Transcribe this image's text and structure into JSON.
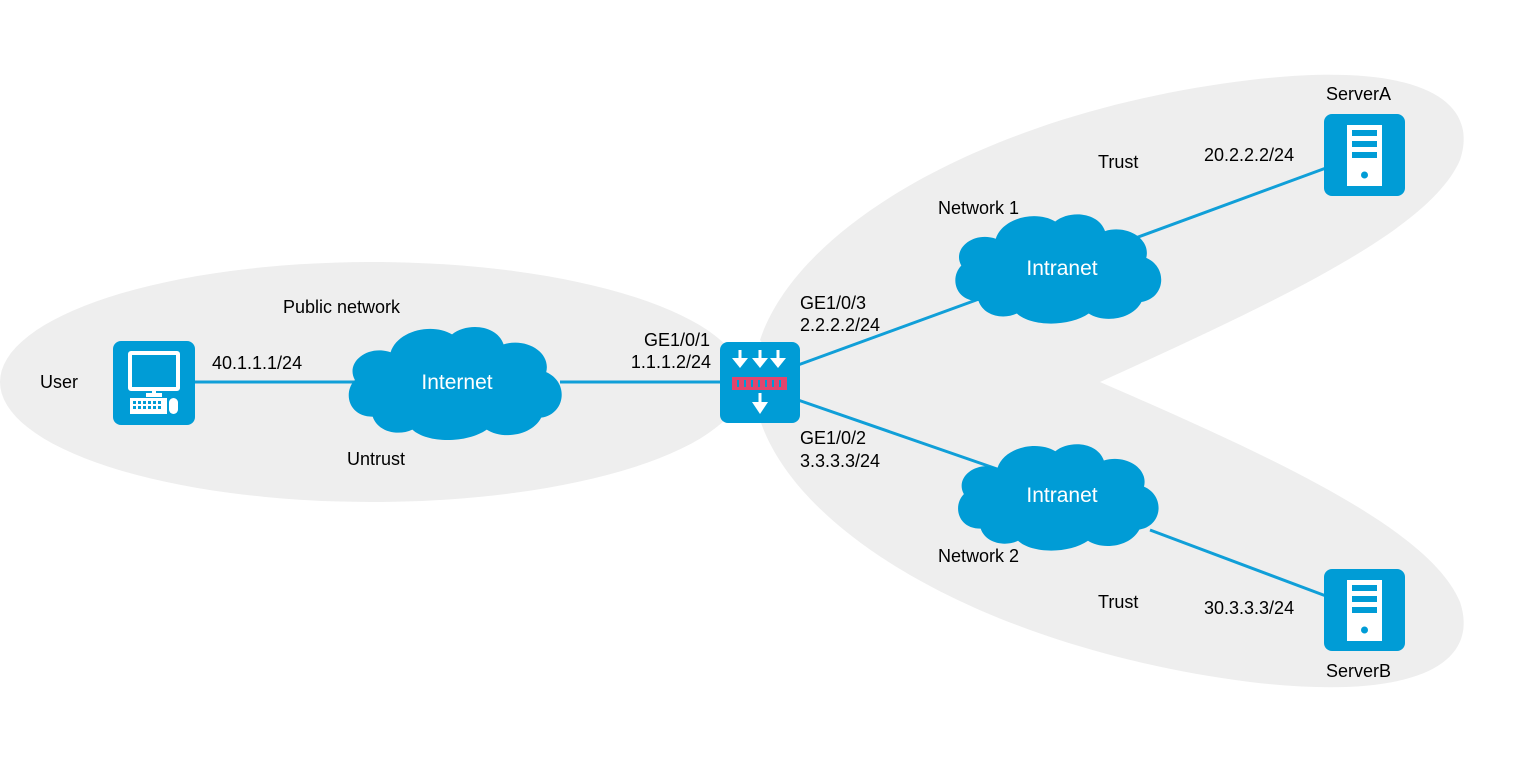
{
  "colors": {
    "zone_fill": "#eeeeee",
    "device_blue": "#009cd6",
    "link_blue": "#109fd8",
    "firewall_bar": "#e2456e",
    "text": "#000000",
    "cloud_text": "#ffffff"
  },
  "zones": {
    "untrust": {
      "name": "Untrust",
      "network": "Public network"
    },
    "trust1": {
      "name": "Trust",
      "network": "Network 1"
    },
    "trust2": {
      "name": "Trust",
      "network": "Network 2"
    }
  },
  "devices": {
    "user": {
      "label": "User",
      "icon": "pc-icon",
      "ip": "40.1.1.1/24"
    },
    "firewall": {
      "icon": "firewall-icon"
    },
    "server_a": {
      "label": "ServerA",
      "icon": "server-icon",
      "ip": "20.2.2.2/24"
    },
    "server_b": {
      "label": "ServerB",
      "icon": "server-icon",
      "ip": "30.3.3.3/24"
    }
  },
  "clouds": {
    "internet": {
      "label": "Internet"
    },
    "intranet1": {
      "label": "Intranet"
    },
    "intranet2": {
      "label": "Intranet"
    }
  },
  "interfaces": {
    "ge1": {
      "name": "GE1/0/1",
      "ip": "1.1.1.2/24"
    },
    "ge3": {
      "name": "GE1/0/3",
      "ip": "2.2.2.2/24"
    },
    "ge2": {
      "name": "GE1/0/2",
      "ip": "3.3.3.3/24"
    }
  }
}
